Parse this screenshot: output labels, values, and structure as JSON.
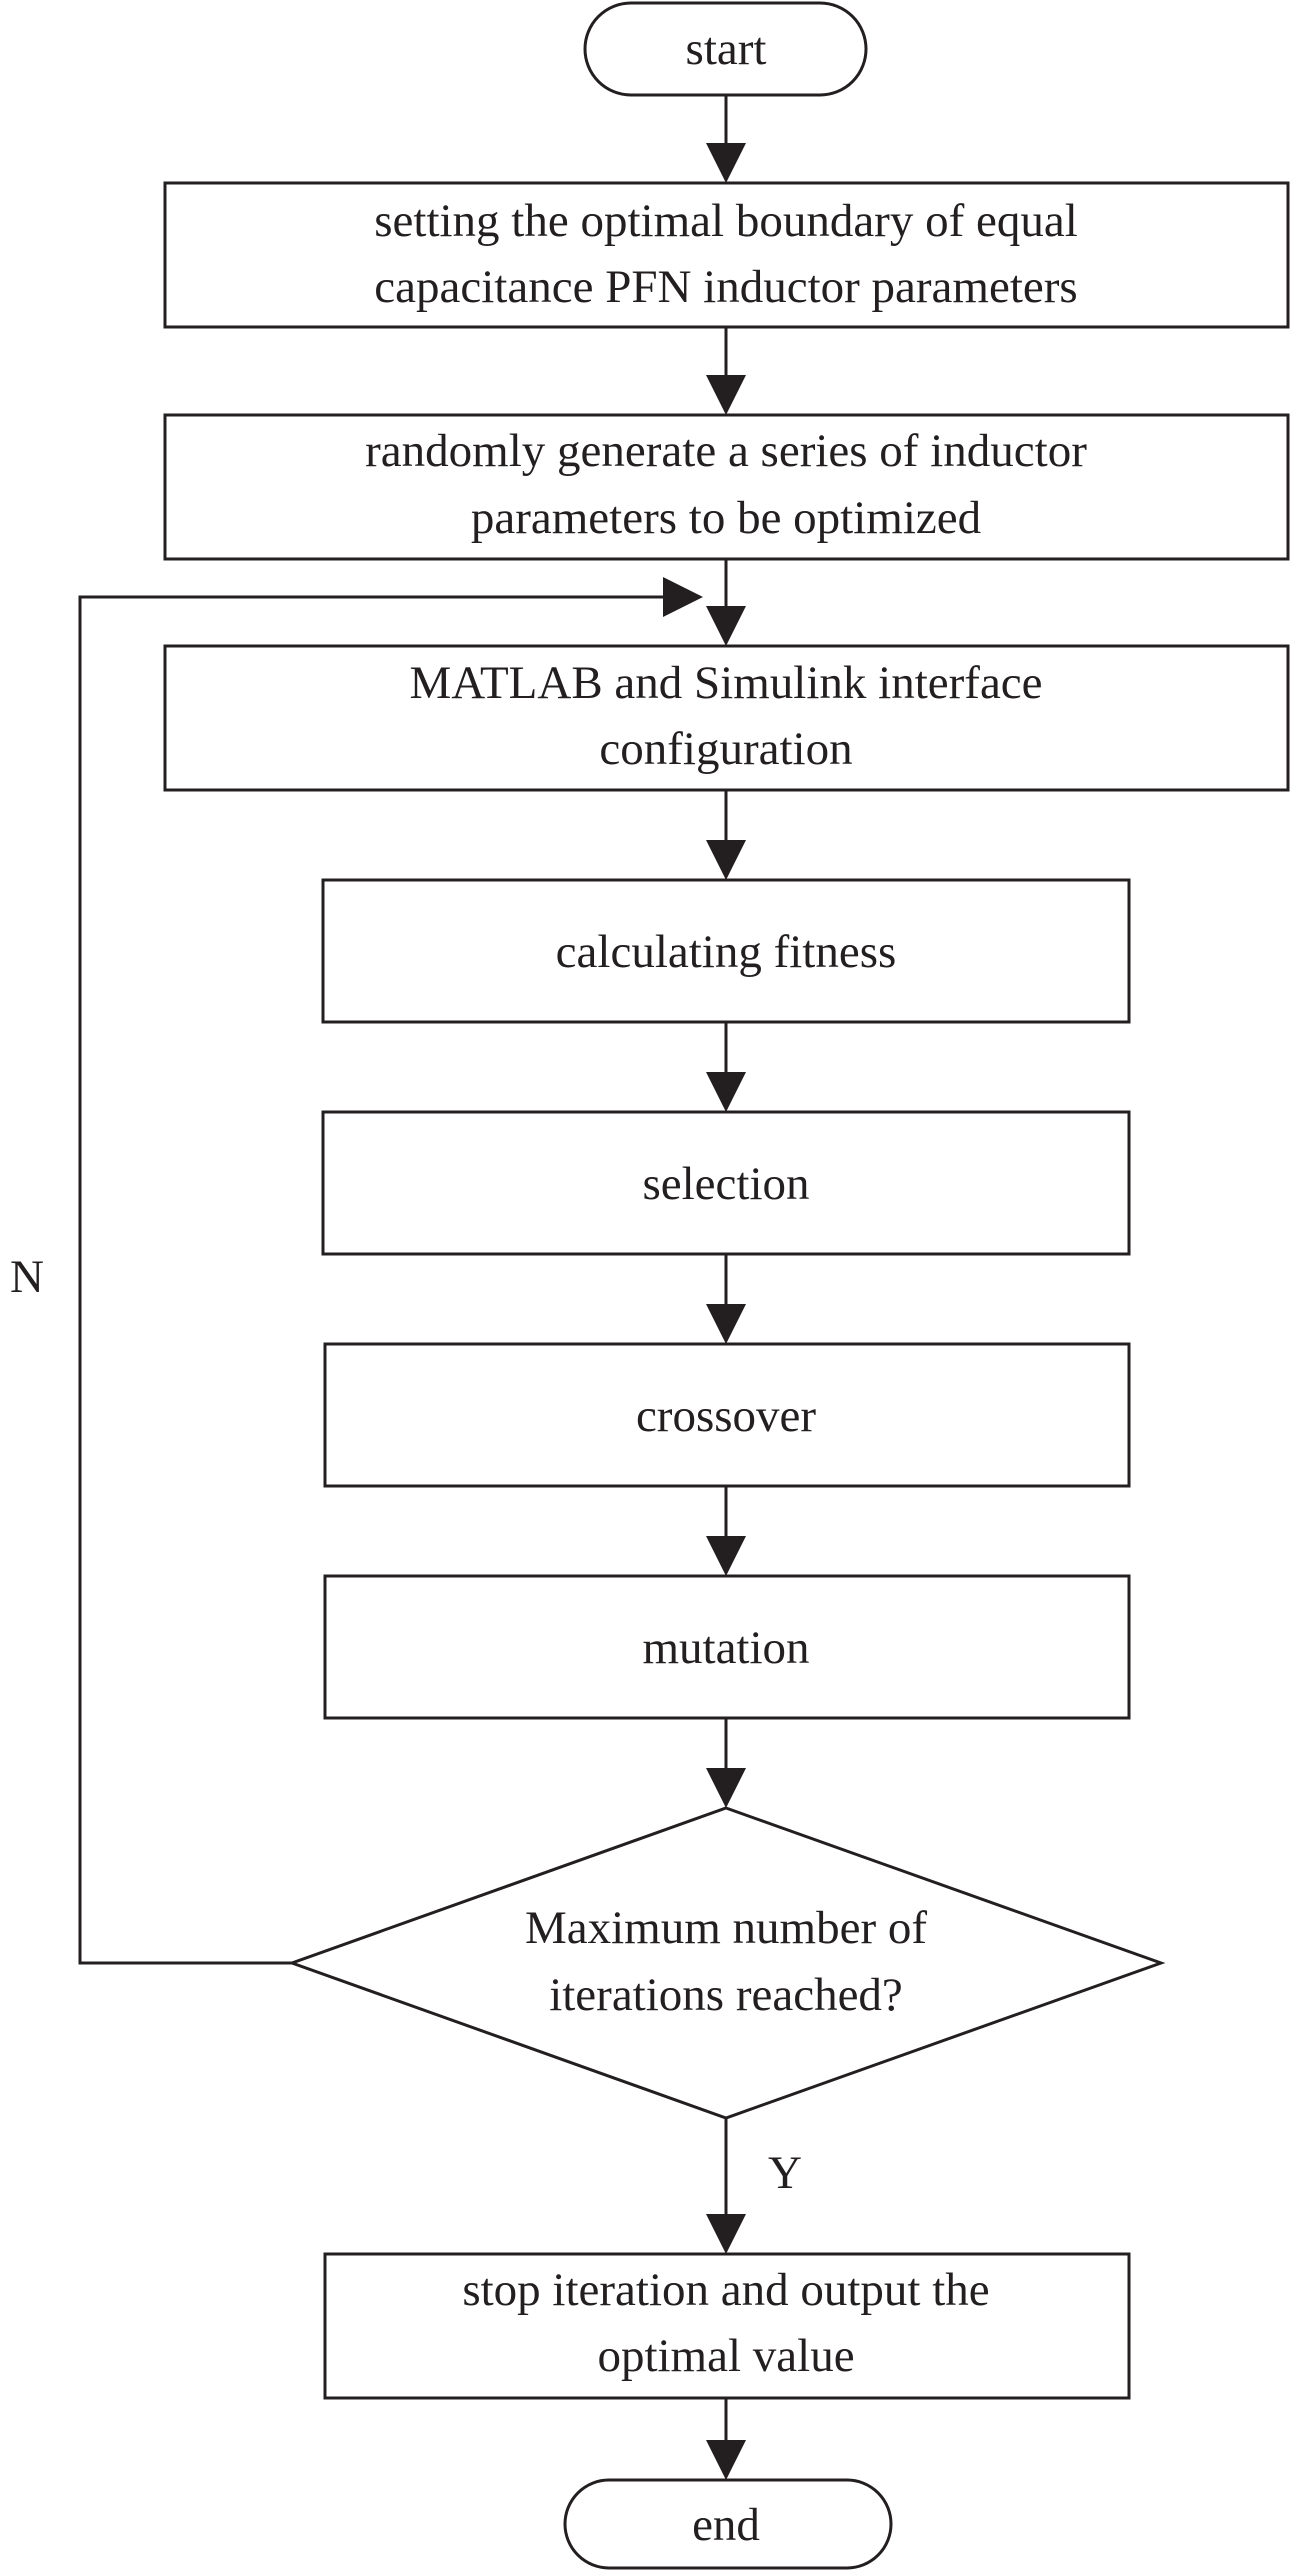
{
  "nodes": {
    "start": {
      "text": "start"
    },
    "set_boundary": {
      "line1": "setting the optimal boundary of equal",
      "line2": "capacitance PFN inductor parameters"
    },
    "random_generate": {
      "line1": "randomly generate a series of inductor",
      "line2": "parameters to be optimized"
    },
    "interface_config": {
      "line1": "MATLAB and Simulink interface",
      "line2": "configuration"
    },
    "fitness": {
      "text": "calculating fitness"
    },
    "selection": {
      "text": "selection"
    },
    "crossover": {
      "text": "crossover"
    },
    "mutation": {
      "text": "mutation"
    },
    "decision": {
      "line1": "Maximum number of",
      "line2": "iterations reached?"
    },
    "output": {
      "line1": "stop iteration and output the",
      "line2": "optimal value"
    },
    "end": {
      "text": "end"
    }
  },
  "edge_labels": {
    "no": "N",
    "yes": "Y"
  }
}
